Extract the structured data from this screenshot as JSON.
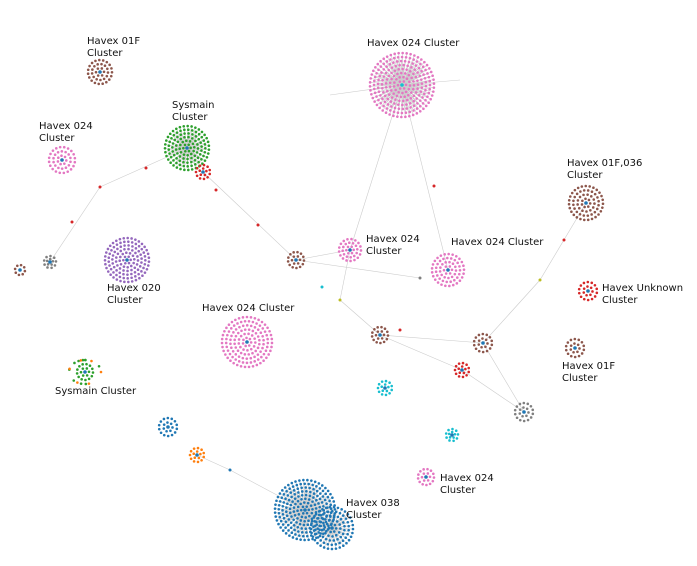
{
  "colors": {
    "brown": "#8c564b",
    "pink": "#e377c2",
    "green": "#2ca02c",
    "red": "#d62728",
    "purple": "#9467bd",
    "blue": "#1f77b4",
    "orange": "#ff7f0e",
    "grey": "#7f7f7f",
    "cyan": "#17becf",
    "olive": "#bcbd22",
    "edge": "#cccccc"
  },
  "labels": [
    {
      "line1": "Havex 01F",
      "line2": "Cluster"
    },
    {
      "line1": "Havex 024 Cluster",
      "line2": ""
    },
    {
      "line1": "Sysmain",
      "line2": "Cluster"
    },
    {
      "line1": "Havex 024",
      "line2": "Cluster"
    },
    {
      "line1": "Havex 01F,036",
      "line2": "Cluster"
    },
    {
      "line1": "Havex 020",
      "line2": "Cluster"
    },
    {
      "line1": "Havex 024",
      "line2": "Cluster"
    },
    {
      "line1": "Havex 024 Cluster",
      "line2": ""
    },
    {
      "line1": "Havex Unknown",
      "line2": "Cluster"
    },
    {
      "line1": "Havex 024 Cluster",
      "line2": ""
    },
    {
      "line1": "Havex 01F",
      "line2": "Cluster"
    },
    {
      "line1": "Sysmain Cluster",
      "line2": ""
    },
    {
      "line1": "Havex 024",
      "line2": "Cluster"
    },
    {
      "line1": "Havex 038",
      "line2": "Cluster"
    }
  ]
}
